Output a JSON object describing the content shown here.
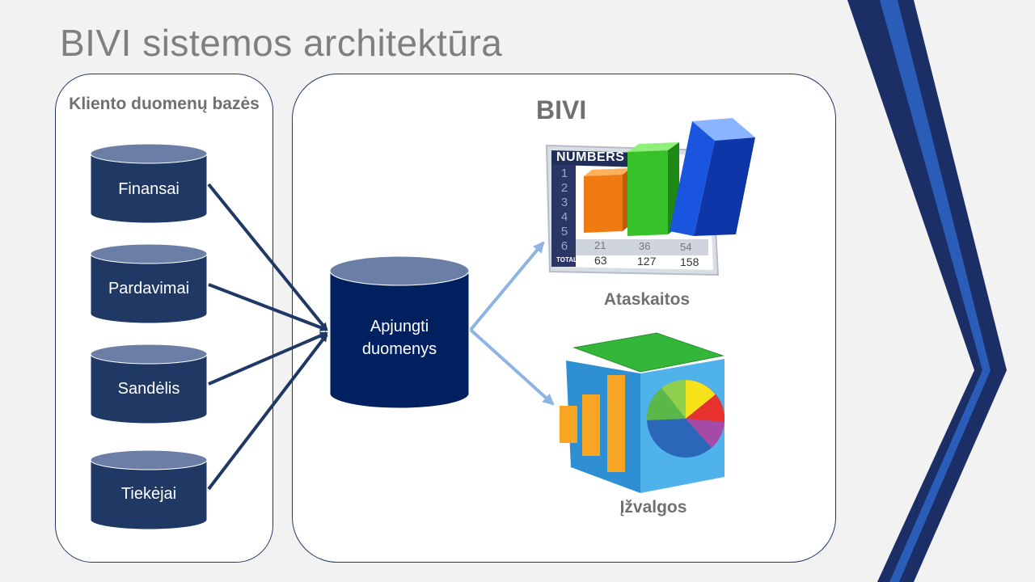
{
  "slide": {
    "title": "BIVI sistemos architektūra"
  },
  "client_panel": {
    "heading": "Kliento duomenų bazės",
    "databases": [
      {
        "label": "Finansai"
      },
      {
        "label": "Pardavimai"
      },
      {
        "label": "Sandėlis"
      },
      {
        "label": "Tiekėjai"
      }
    ]
  },
  "bivi_panel": {
    "heading": "BIVI",
    "merged_db": {
      "label": "Apjungti duomenys"
    },
    "reports": {
      "caption": "Ataskaitos",
      "image": {
        "header": "NUMBERS",
        "row_numbers": [
          "1",
          "2",
          "3",
          "4",
          "5",
          "6"
        ],
        "row6": [
          "21",
          "36",
          "54"
        ],
        "total_label": "TOTAL",
        "totals": [
          "63",
          "127",
          "158"
        ]
      }
    },
    "insights": {
      "caption": "Įžvalgos"
    }
  },
  "colors": {
    "db_fill": "#1f3864",
    "db_top": "#6b7fa6",
    "merged_fill": "#002060",
    "dark_arrow": "#1f3864",
    "light_arrow": "#8eb4e3",
    "chevron_dark": "#1b2f66",
    "chevron_light": "#2a5db8"
  }
}
